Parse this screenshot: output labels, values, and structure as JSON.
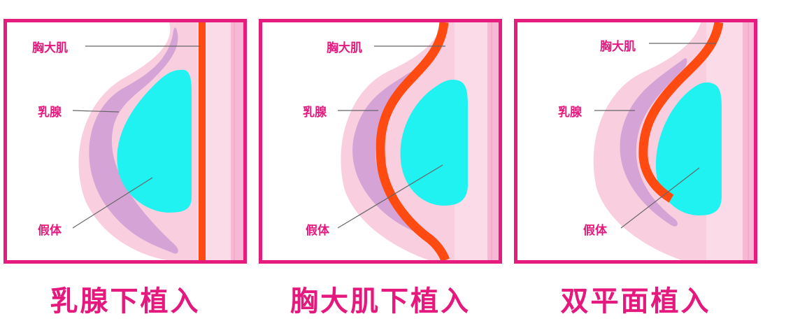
{
  "labels": {
    "muscle": "胸大肌",
    "gland": "乳腺",
    "implant": "假体"
  },
  "captions": [
    "乳腺下植入",
    "胸大肌下植入",
    "双平面植入"
  ],
  "colors": {
    "border": "#e51c7e",
    "text": "#e5197d",
    "muscle": "#ff4a12",
    "implant": "#1ff2f0",
    "gland": "#d6a3d6",
    "breast": "#f9cfe0",
    "skin": "#fbdbe8",
    "chest": "#f6b8d4"
  }
}
